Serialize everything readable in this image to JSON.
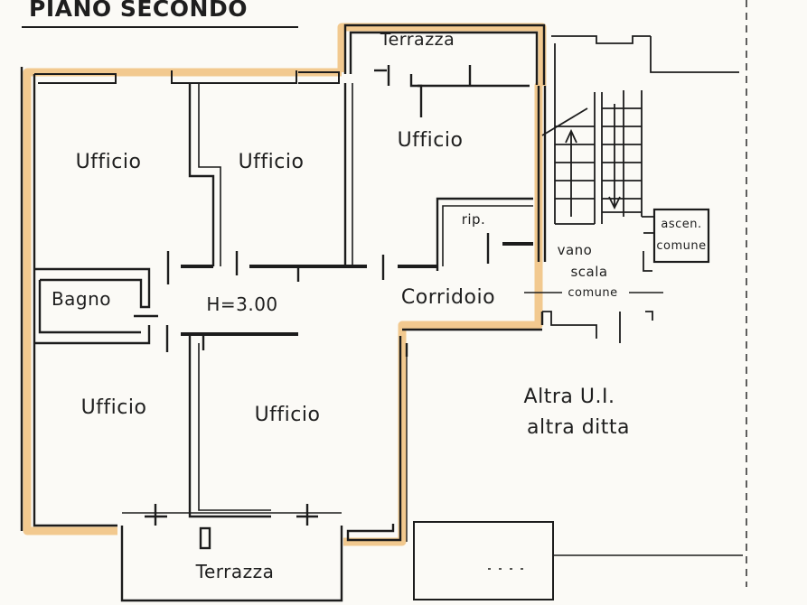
{
  "title": "PIANO SECONDO",
  "rooms": {
    "ufficio_top_left": "Ufficio",
    "ufficio_top_mid": "Ufficio",
    "ufficio_top_right": "Ufficio",
    "bagno": "Bagno",
    "ufficio_bottom_left": "Ufficio",
    "ufficio_bottom_mid": "Ufficio",
    "corridoio": "Corridoio",
    "ripostiglio": "rip.",
    "height_note": "H=3.00",
    "terrazza_top": "Terrazza",
    "terrazza_bottom": "Terrazza",
    "vano_line1": "vano",
    "vano_line2": "scala",
    "vano_line3": "comune",
    "ascensore_line1": "ascen.",
    "ascensore_line2": "comune",
    "altra_ui_line1": "Altra U.I.",
    "altra_ui_line2": "altra ditta"
  },
  "colors": {
    "outline": "#f2c98f",
    "wall": "#1c1c1c",
    "paper": "#fbfaf6"
  }
}
